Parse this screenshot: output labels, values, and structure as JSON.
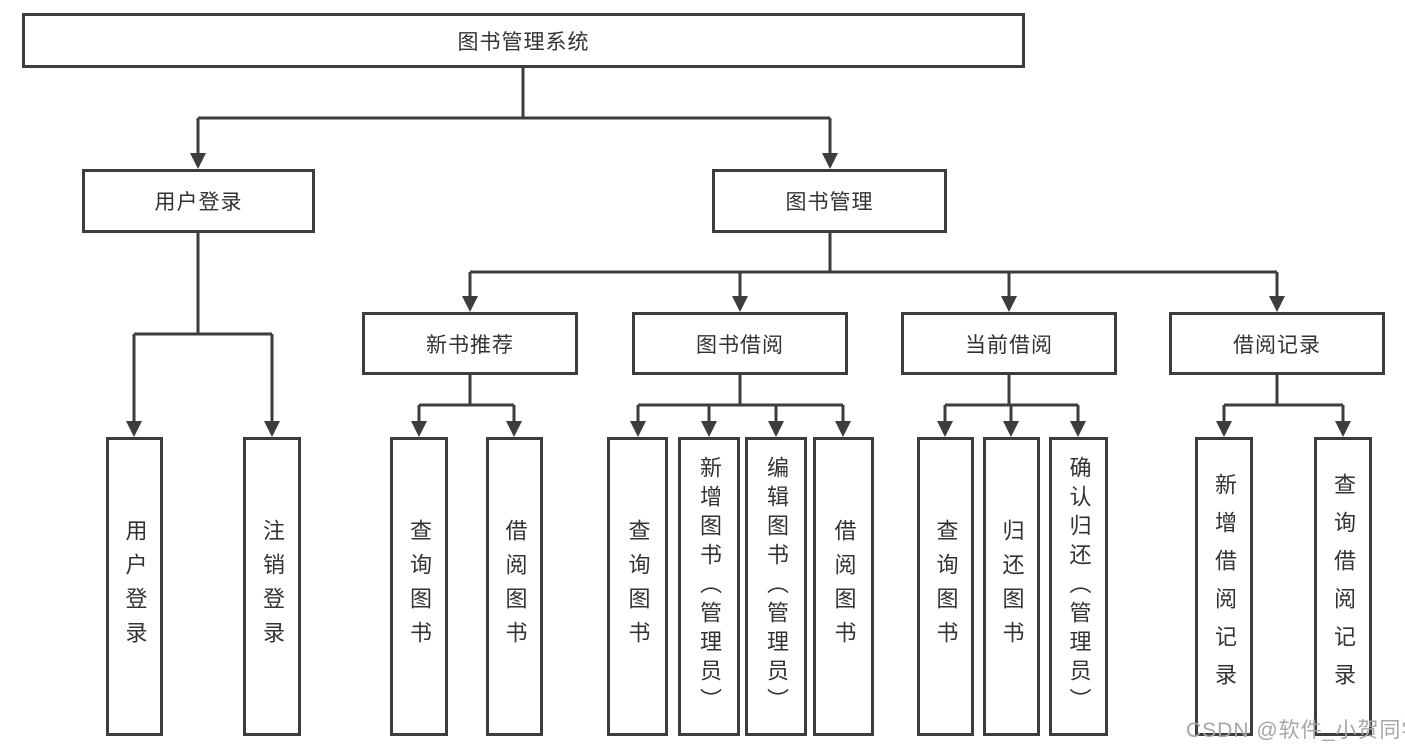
{
  "colors": {
    "line": "#3d3d3d",
    "text": "#333333",
    "watermark": "#aaa3a7"
  },
  "watermark": "CSDN @软件_小贺同学",
  "tree": {
    "label": "图书管理系统",
    "children": [
      {
        "label": "用户登录",
        "children": [
          {
            "label": "用户登录"
          },
          {
            "label": "注销登录"
          }
        ]
      },
      {
        "label": "图书管理",
        "children": [
          {
            "label": "新书推荐",
            "children": [
              {
                "label": "查询图书"
              },
              {
                "label": "借阅图书"
              }
            ]
          },
          {
            "label": "图书借阅",
            "children": [
              {
                "label": "查询图书"
              },
              {
                "label": "新增图书（管理员）"
              },
              {
                "label": "编辑图书（管理员）"
              },
              {
                "label": "借阅图书"
              }
            ]
          },
          {
            "label": "当前借阅",
            "children": [
              {
                "label": "查询图书"
              },
              {
                "label": "归还图书"
              },
              {
                "label": "确认归还（管理员）"
              }
            ]
          },
          {
            "label": "借阅记录",
            "children": [
              {
                "label": "新增借阅记录"
              },
              {
                "label": "查询借阅记录"
              }
            ]
          }
        ]
      }
    ]
  }
}
